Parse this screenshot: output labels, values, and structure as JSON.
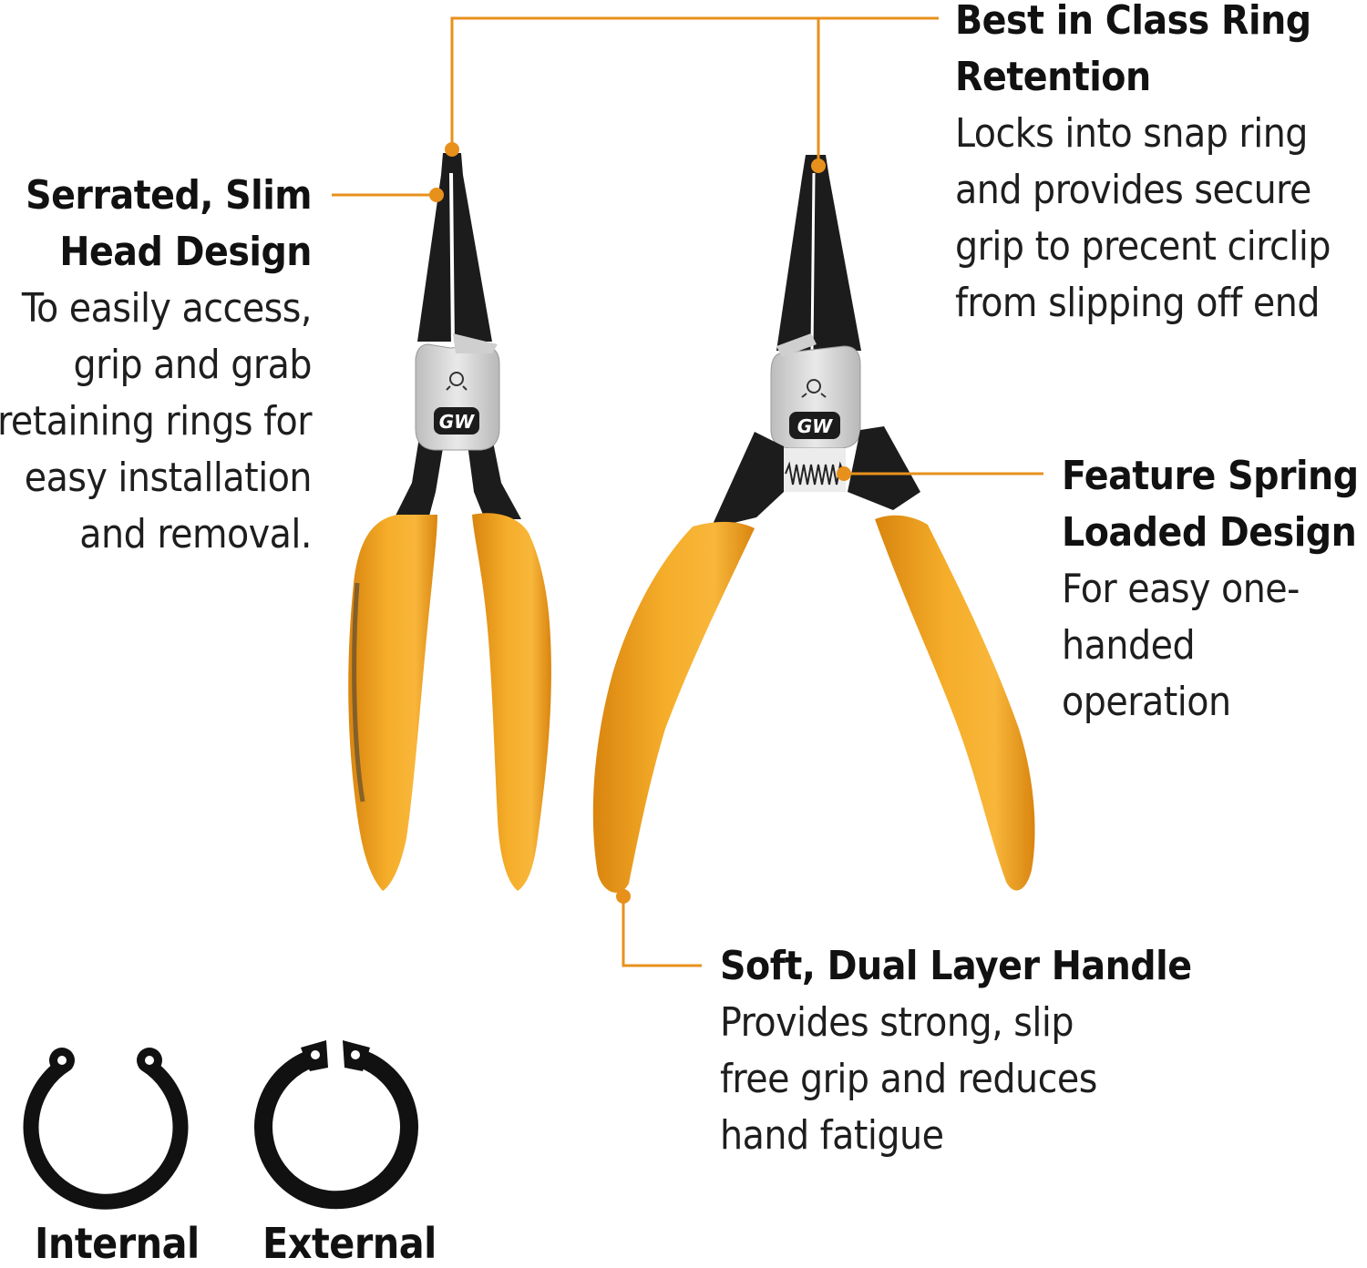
{
  "callouts": {
    "serrated": {
      "title_line1": "Serrated, Slim",
      "title_line2": "Head Design",
      "desc_lines": [
        "To easily access,",
        "grip and grab",
        "retaining rings for",
        "easy installation",
        "and removal."
      ]
    },
    "retention": {
      "title_line1": "Best in Class Ring",
      "title_line2": "Retention",
      "desc_lines": [
        "Locks into snap ring",
        "and provides secure",
        "grip to precent circlip",
        "from slipping off end"
      ]
    },
    "spring": {
      "title_line1": "Feature Spring",
      "title_line2": "Loaded Design",
      "desc_lines": [
        "For easy one-",
        "handed operation"
      ]
    },
    "handle": {
      "title_line1": "Soft, Dual Layer Handle",
      "desc_lines": [
        "Provides strong, slip",
        "free grip and reduces",
        "hand fatigue"
      ]
    }
  },
  "rings": {
    "internal_label": "Internal",
    "external_label": "External"
  },
  "brand": {
    "logo_text": "GW"
  },
  "colors": {
    "accent": "#E8901C",
    "handle": "#F2A41F",
    "handle_shade": "#D9850F",
    "steel": "#1C1C1C",
    "plate": "#D4D4D4",
    "text": "#111111"
  }
}
